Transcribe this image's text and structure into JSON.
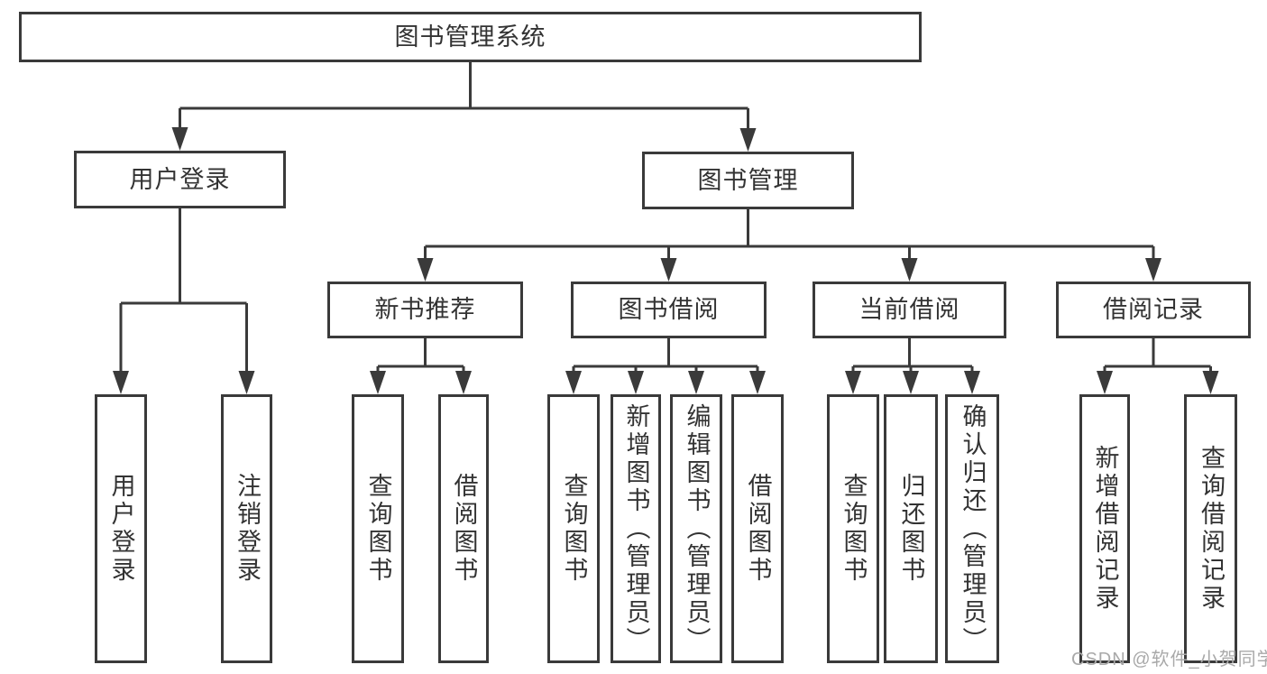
{
  "nodes": {
    "root": "图书管理系统",
    "level2": [
      "用户登录",
      "图书管理"
    ],
    "level3": [
      "新书推荐",
      "图书借阅",
      "当前借阅",
      "借阅记录"
    ],
    "leaves": [
      "用户登录",
      "注销登录",
      "查询图书",
      "借阅图书",
      "查询图书",
      "新增图书（管理员）",
      "编辑图书（管理员）",
      "借阅图书",
      "查询图书",
      "归还图书",
      "确认归还（管理员）",
      "新增借阅记录",
      "查询借阅记录"
    ]
  },
  "watermark": "CSDN @软件_小贺同学",
  "colors": {
    "line": "#3a3a3a",
    "text": "#333333",
    "background": "#ffffff",
    "watermark": "#a9a9a9"
  }
}
